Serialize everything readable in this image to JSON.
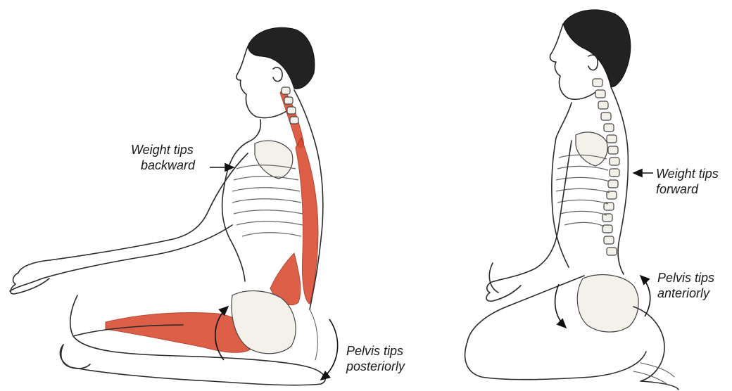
{
  "labels": {
    "left_weight": {
      "line1": "Weight tips",
      "line2": "backward"
    },
    "left_pelvis": {
      "line1": "Pelvis tips",
      "line2": "posteriorly"
    },
    "right_weight": {
      "line1": "Weight tips",
      "line2": "forward"
    },
    "right_pelvis": {
      "line1": "Pelvis tips",
      "line2": "anteriorly"
    }
  },
  "colors": {
    "muscle": "#d94a2e",
    "ink": "#2b2b2b",
    "background": "#ffffff"
  },
  "icons": [
    "arrow-right-icon",
    "arrow-left-icon",
    "curved-arrow-down-icon",
    "curved-arrow-up-icon"
  ]
}
